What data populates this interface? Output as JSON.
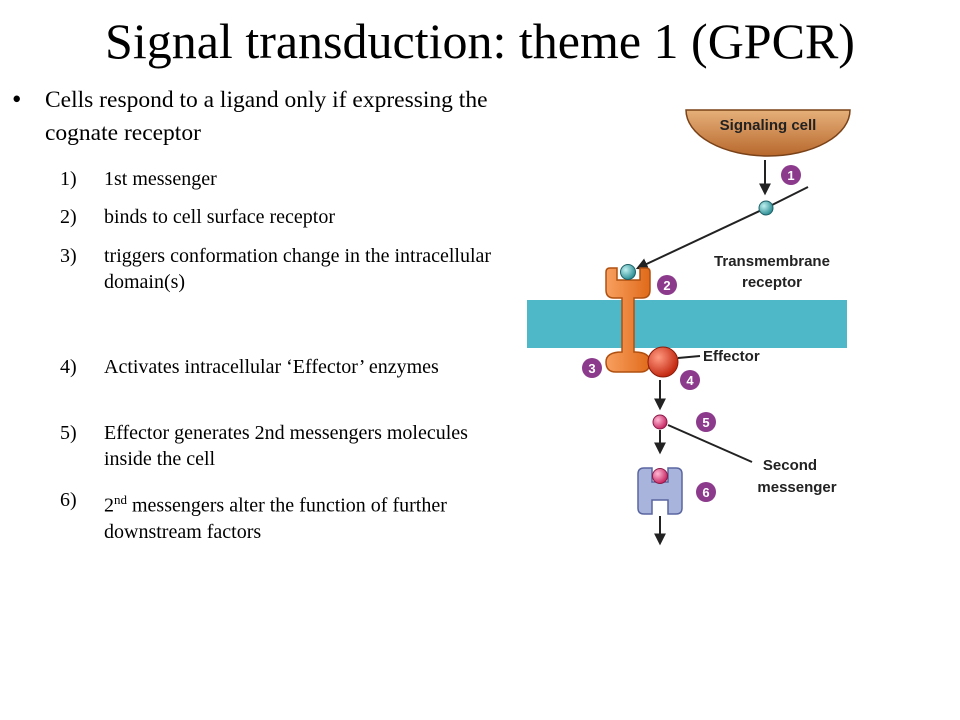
{
  "slide": {
    "title": "Signal transduction: theme 1 (GPCR)",
    "bullet": {
      "symbol": "•",
      "text": "Cells respond to a ligand only if expressing the cognate receptor"
    },
    "steps": [
      {
        "num": "1)",
        "text": "1st messenger"
      },
      {
        "num": "2)",
        "text": "binds to cell surface receptor"
      },
      {
        "num": "3)",
        "text": "triggers conformation change in the intracellular domain(s)"
      },
      {
        "num": "4)",
        "text": "Activates intracellular ‘Effector’ enzymes"
      },
      {
        "num": "5)",
        "text": "Effector generates 2nd messengers molecules inside the cell"
      },
      {
        "num": "6)",
        "text_prefix": "2",
        "text_sup": "nd",
        "text_rest": " messengers alter the function of further downstream factors"
      }
    ]
  },
  "diagram": {
    "labels": {
      "signaling_cell": "Signaling cell",
      "transmembrane_line1": "Transmembrane",
      "transmembrane_line2": "receptor",
      "effector": "Effector",
      "second_line1": "Second",
      "second_line2": "messenger"
    },
    "badges": [
      "1",
      "2",
      "3",
      "4",
      "5",
      "6"
    ],
    "colors": {
      "signaling_cell": "#c77a3c",
      "membrane": "#4fb8c8",
      "receptor": "#f07c2a",
      "ligand": "#3aa6a8",
      "effector": "#e03a1e",
      "second_messenger": "#e0407a",
      "target_protein": "#a9b4dc",
      "badge": "#8b3a8c"
    }
  }
}
